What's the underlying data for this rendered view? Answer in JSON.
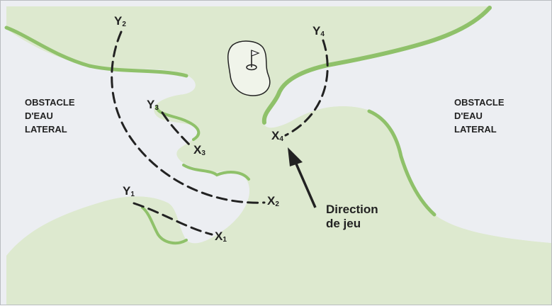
{
  "obstacle_left": [
    "OBSTACLE",
    "D'EAU",
    "LATERAL"
  ],
  "obstacle_right": [
    "OBSTACLE",
    "D'EAU",
    "LATERAL"
  ],
  "markers": {
    "y1": {
      "letter": "Y",
      "index": "1"
    },
    "x1": {
      "letter": "X",
      "index": "1"
    },
    "y2": {
      "letter": "Y",
      "index": "2"
    },
    "x2": {
      "letter": "X",
      "index": "2"
    },
    "y3": {
      "letter": "Y",
      "index": "3"
    },
    "x3": {
      "letter": "X",
      "index": "3"
    },
    "y4": {
      "letter": "Y",
      "index": "4"
    },
    "x4": {
      "letter": "X",
      "index": "4"
    }
  },
  "play_direction": [
    "Direction",
    "de jeu"
  ],
  "colors": {
    "water": "#eceef2",
    "fairway": "#dde9cf",
    "bank": "#8fc16a",
    "line": "#222222",
    "green": "#f0f4ea"
  }
}
